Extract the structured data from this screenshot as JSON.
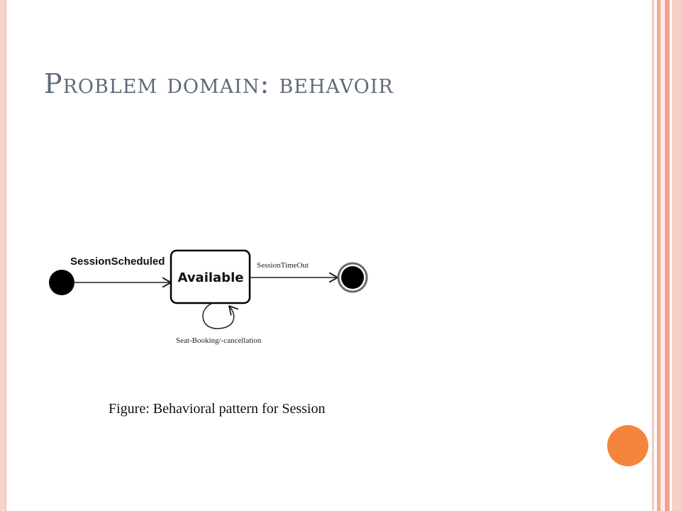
{
  "slide": {
    "title": "Problem domain: behavoir",
    "caption": "Figure:  Behavioral pattern for Session"
  },
  "diagram": {
    "states": [
      {
        "id": "initial",
        "kind": "initial"
      },
      {
        "id": "available",
        "kind": "state",
        "label": "Available"
      },
      {
        "id": "final",
        "kind": "final"
      }
    ],
    "transitions": [
      {
        "from": "initial",
        "to": "available",
        "label": "SessionScheduled"
      },
      {
        "from": "available",
        "to": "final",
        "label": "SessionTimeOut"
      },
      {
        "from": "available",
        "to": "available",
        "label": "Seat-Booking/-cancellation"
      }
    ]
  },
  "theme": {
    "title_color": "#606a7a",
    "left_border_color": "#f7d3c9",
    "accent_circle_color": "#f5843d",
    "stripe_colors": [
      "#f7c8bb",
      "#f3aa96",
      "#fce6df",
      "#f1a38d",
      "#f8d0c4"
    ]
  }
}
